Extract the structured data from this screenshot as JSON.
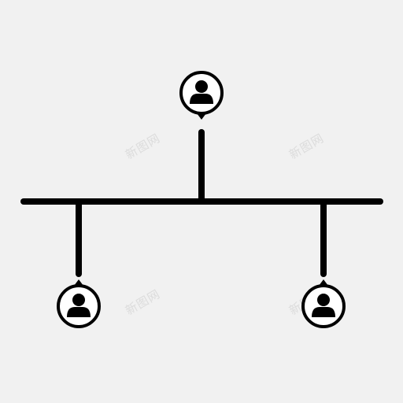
{
  "diagram": {
    "type": "org-chart",
    "colors": {
      "background": "#f1f1f1",
      "stroke": "#000000",
      "watermark": "#dcdcdc"
    },
    "nodes": [
      {
        "role": "top",
        "icon": "user-avatar-icon"
      },
      {
        "role": "bottom-left",
        "icon": "user-avatar-icon"
      },
      {
        "role": "bottom-right",
        "icon": "user-avatar-icon"
      }
    ],
    "watermark": "新图网"
  }
}
